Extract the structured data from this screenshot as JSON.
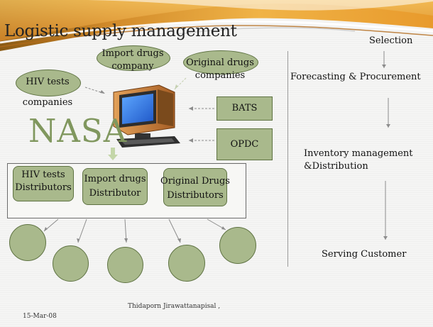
{
  "slide": {
    "title": "Logistic supply management",
    "nasa_label": "NASA",
    "sources": {
      "import_drugs_company": "Import drugs company",
      "original_drugs_companies": "Original drugs companies",
      "hiv_tests": "HIV tests",
      "hiv_tests_companies_caption": "companies",
      "bats": "BATS",
      "opdc": "OPDC"
    },
    "distributors": {
      "hiv_tests": "HIV tests Distributors",
      "import_drugs": "Import drugs Distributor",
      "original_drugs": "Original Drugs Distributors"
    },
    "process_steps": [
      "Selection",
      "Forecasting & Procurement",
      "Inventory management &Distribution",
      "Serving Customer"
    ],
    "footer": {
      "author": "Thidaporn Jirawattanapisal ,",
      "date": "15-Mar-08"
    },
    "colors": {
      "fill": "#a9b98c",
      "border": "#5f7343",
      "nasa_text": "#80975e",
      "header_orange": "#e6a33b"
    },
    "icons": [
      "computer-icon"
    ]
  }
}
